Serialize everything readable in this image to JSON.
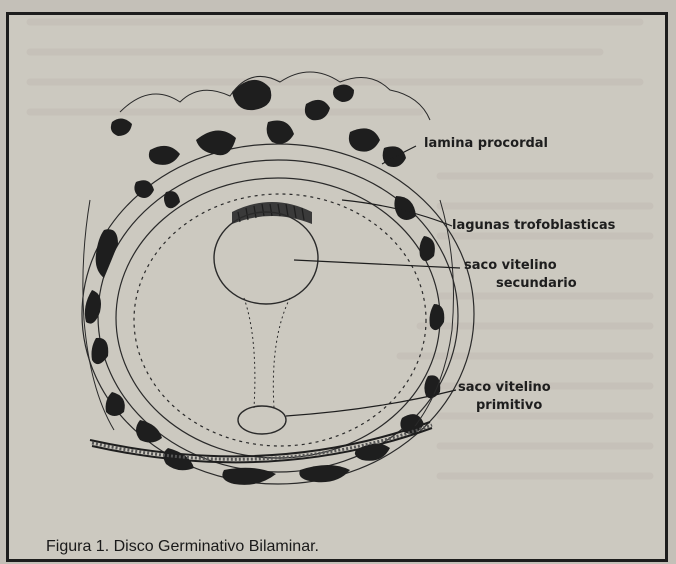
{
  "figure": {
    "caption": "Figura 1.  Disco Germinativo Bilaminar.",
    "labels": {
      "lamina_procordal": "lamina procordal",
      "lagunas_trofoblasticas": "lagunas trofoblasticas",
      "saco_vitelino_secundario_line1": "saco vitelino",
      "saco_vitelino_secundario_line2": "secundario",
      "saco_vitelino_primitivo_line1": "saco vitelino",
      "saco_vitelino_primitivo_line2": "primitivo"
    },
    "colors": {
      "ink": "#1e1e1e",
      "paper": "#c4c0b8",
      "panel": "#d4cfc7"
    }
  }
}
